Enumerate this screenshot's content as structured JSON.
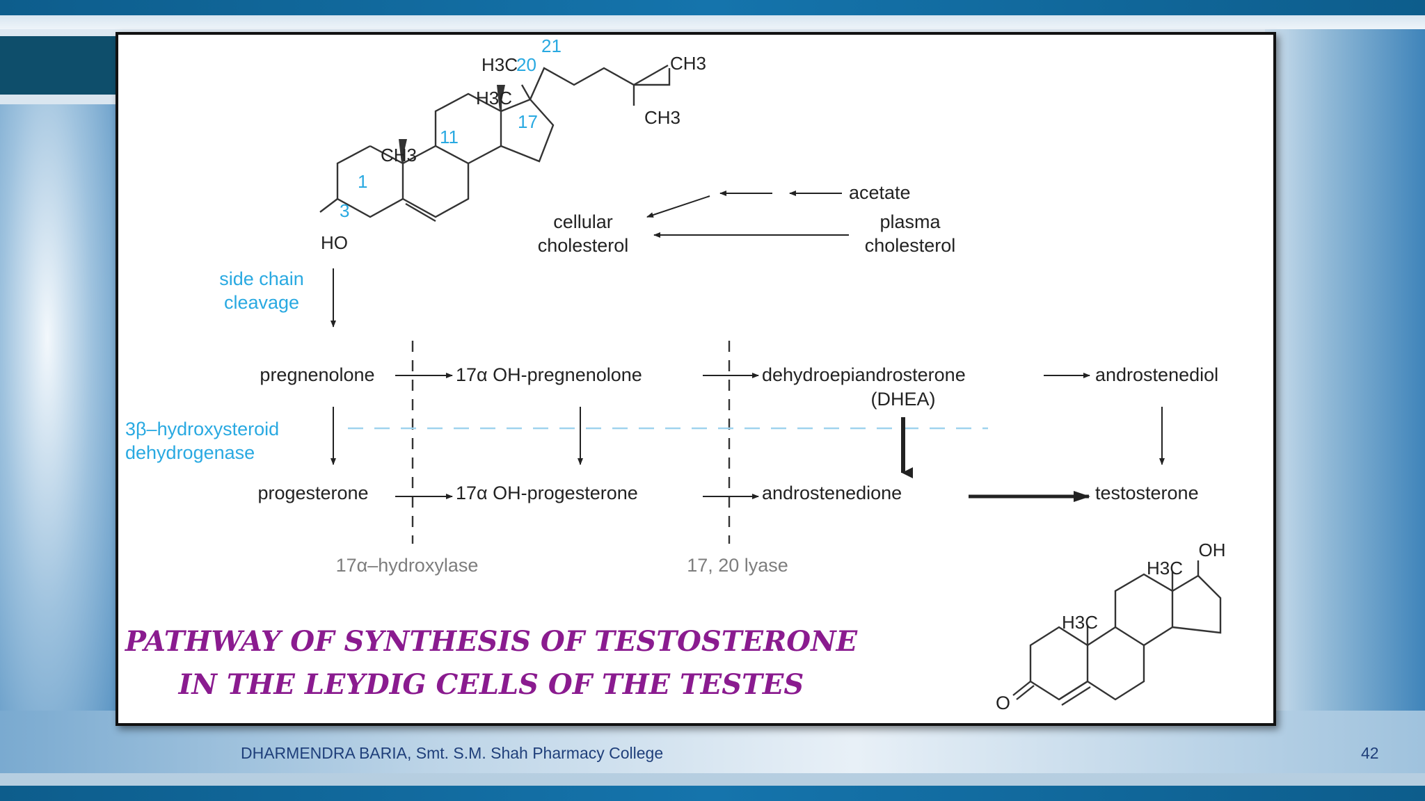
{
  "labels": {
    "num21": "21",
    "num20": "20",
    "num17": "17",
    "num11": "11",
    "num1": "1",
    "num3": "3",
    "h3c_top": "H3C",
    "h3c_ring": "H3C",
    "ch3_top": "CH3",
    "ch3_bottom": "CH3",
    "ch3_ring": "CH3",
    "ho": "HO",
    "acetate": "acetate",
    "cellular_1": "cellular",
    "cellular_2": "cholesterol",
    "plasma_1": "plasma",
    "plasma_2": "cholesterol",
    "side_chain_1": "side chain",
    "side_chain_2": "cleavage",
    "pregnenolone": "pregnenolone",
    "oh_pregnenolone": "17α OH-pregnenolone",
    "dhea_1": "dehydroepiandrosterone",
    "dhea_2": "(DHEA)",
    "androstenediol": "androstenediol",
    "hsd_1": "3β–hydroxysteroid",
    "hsd_2": "dehydrogenase",
    "progesterone": "progesterone",
    "oh_progesterone": "17α OH-progesterone",
    "androstenedione": "androstenedione",
    "testosterone": "testosterone",
    "hydroxylase": "17α–hydroxylase",
    "lyase": "17, 20 lyase",
    "oh_testo": "OH",
    "h3c_testo_top": "H3C",
    "h3c_testo_ring": "H3C",
    "o_testo": "O"
  },
  "caption": {
    "line1": "PATHWAY OF SYNTHESIS OF TESTOSTERONE",
    "line2": "IN THE LEYDIG CELLS OF THE TESTES"
  },
  "footer": {
    "author": "DHARMENDRA BARIA, Smt. S.M. Shah Pharmacy College",
    "page_number": "42"
  },
  "colors": {
    "label_blue": "#29a9e1",
    "caption_purple": "#8a1b8f",
    "enzyme_gray": "#7d7d7d",
    "text_dark": "#222222"
  }
}
